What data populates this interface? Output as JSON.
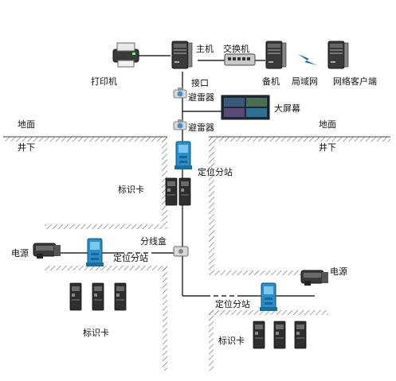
{
  "labels": {
    "host": "主机",
    "switch": "交换机",
    "printer": "打印机",
    "interface": "接口",
    "backup": "备机",
    "lan": "局域网",
    "client": "网络客户端",
    "arrester_1": "避雷器",
    "arrester_2": "避雷器",
    "big_screen": "大屏幕",
    "ground_left": "地面",
    "underground_left": "井下",
    "ground_right": "地面",
    "underground_right": "井下",
    "station_top": "定位分站",
    "card_top": "标识卡",
    "power_left": "电源",
    "junction_box": "分线盒",
    "station_left": "定位分站",
    "power_right": "电源",
    "station_bottom": "定位分站",
    "card_left": "标识卡",
    "card_bottom": "标识卡"
  },
  "colors": {
    "line": "#000000",
    "wall": "#555555",
    "station": "#2a8fc9",
    "device": "#2b2b2b",
    "lightning": "#1c5fb8"
  },
  "icons": {
    "printer": "printer-icon",
    "host": "computer-tower-icon",
    "switch": "network-switch-icon",
    "backup": "computer-tower-icon",
    "client": "computer-tower-icon",
    "lan": "lightning-bolt-icon",
    "arrester": "lightning-arrester-icon",
    "screen": "large-screen-icon",
    "station": "positioning-substation-icon",
    "card": "identity-card-icon",
    "power": "power-supply-icon",
    "junction": "junction-box-icon"
  }
}
